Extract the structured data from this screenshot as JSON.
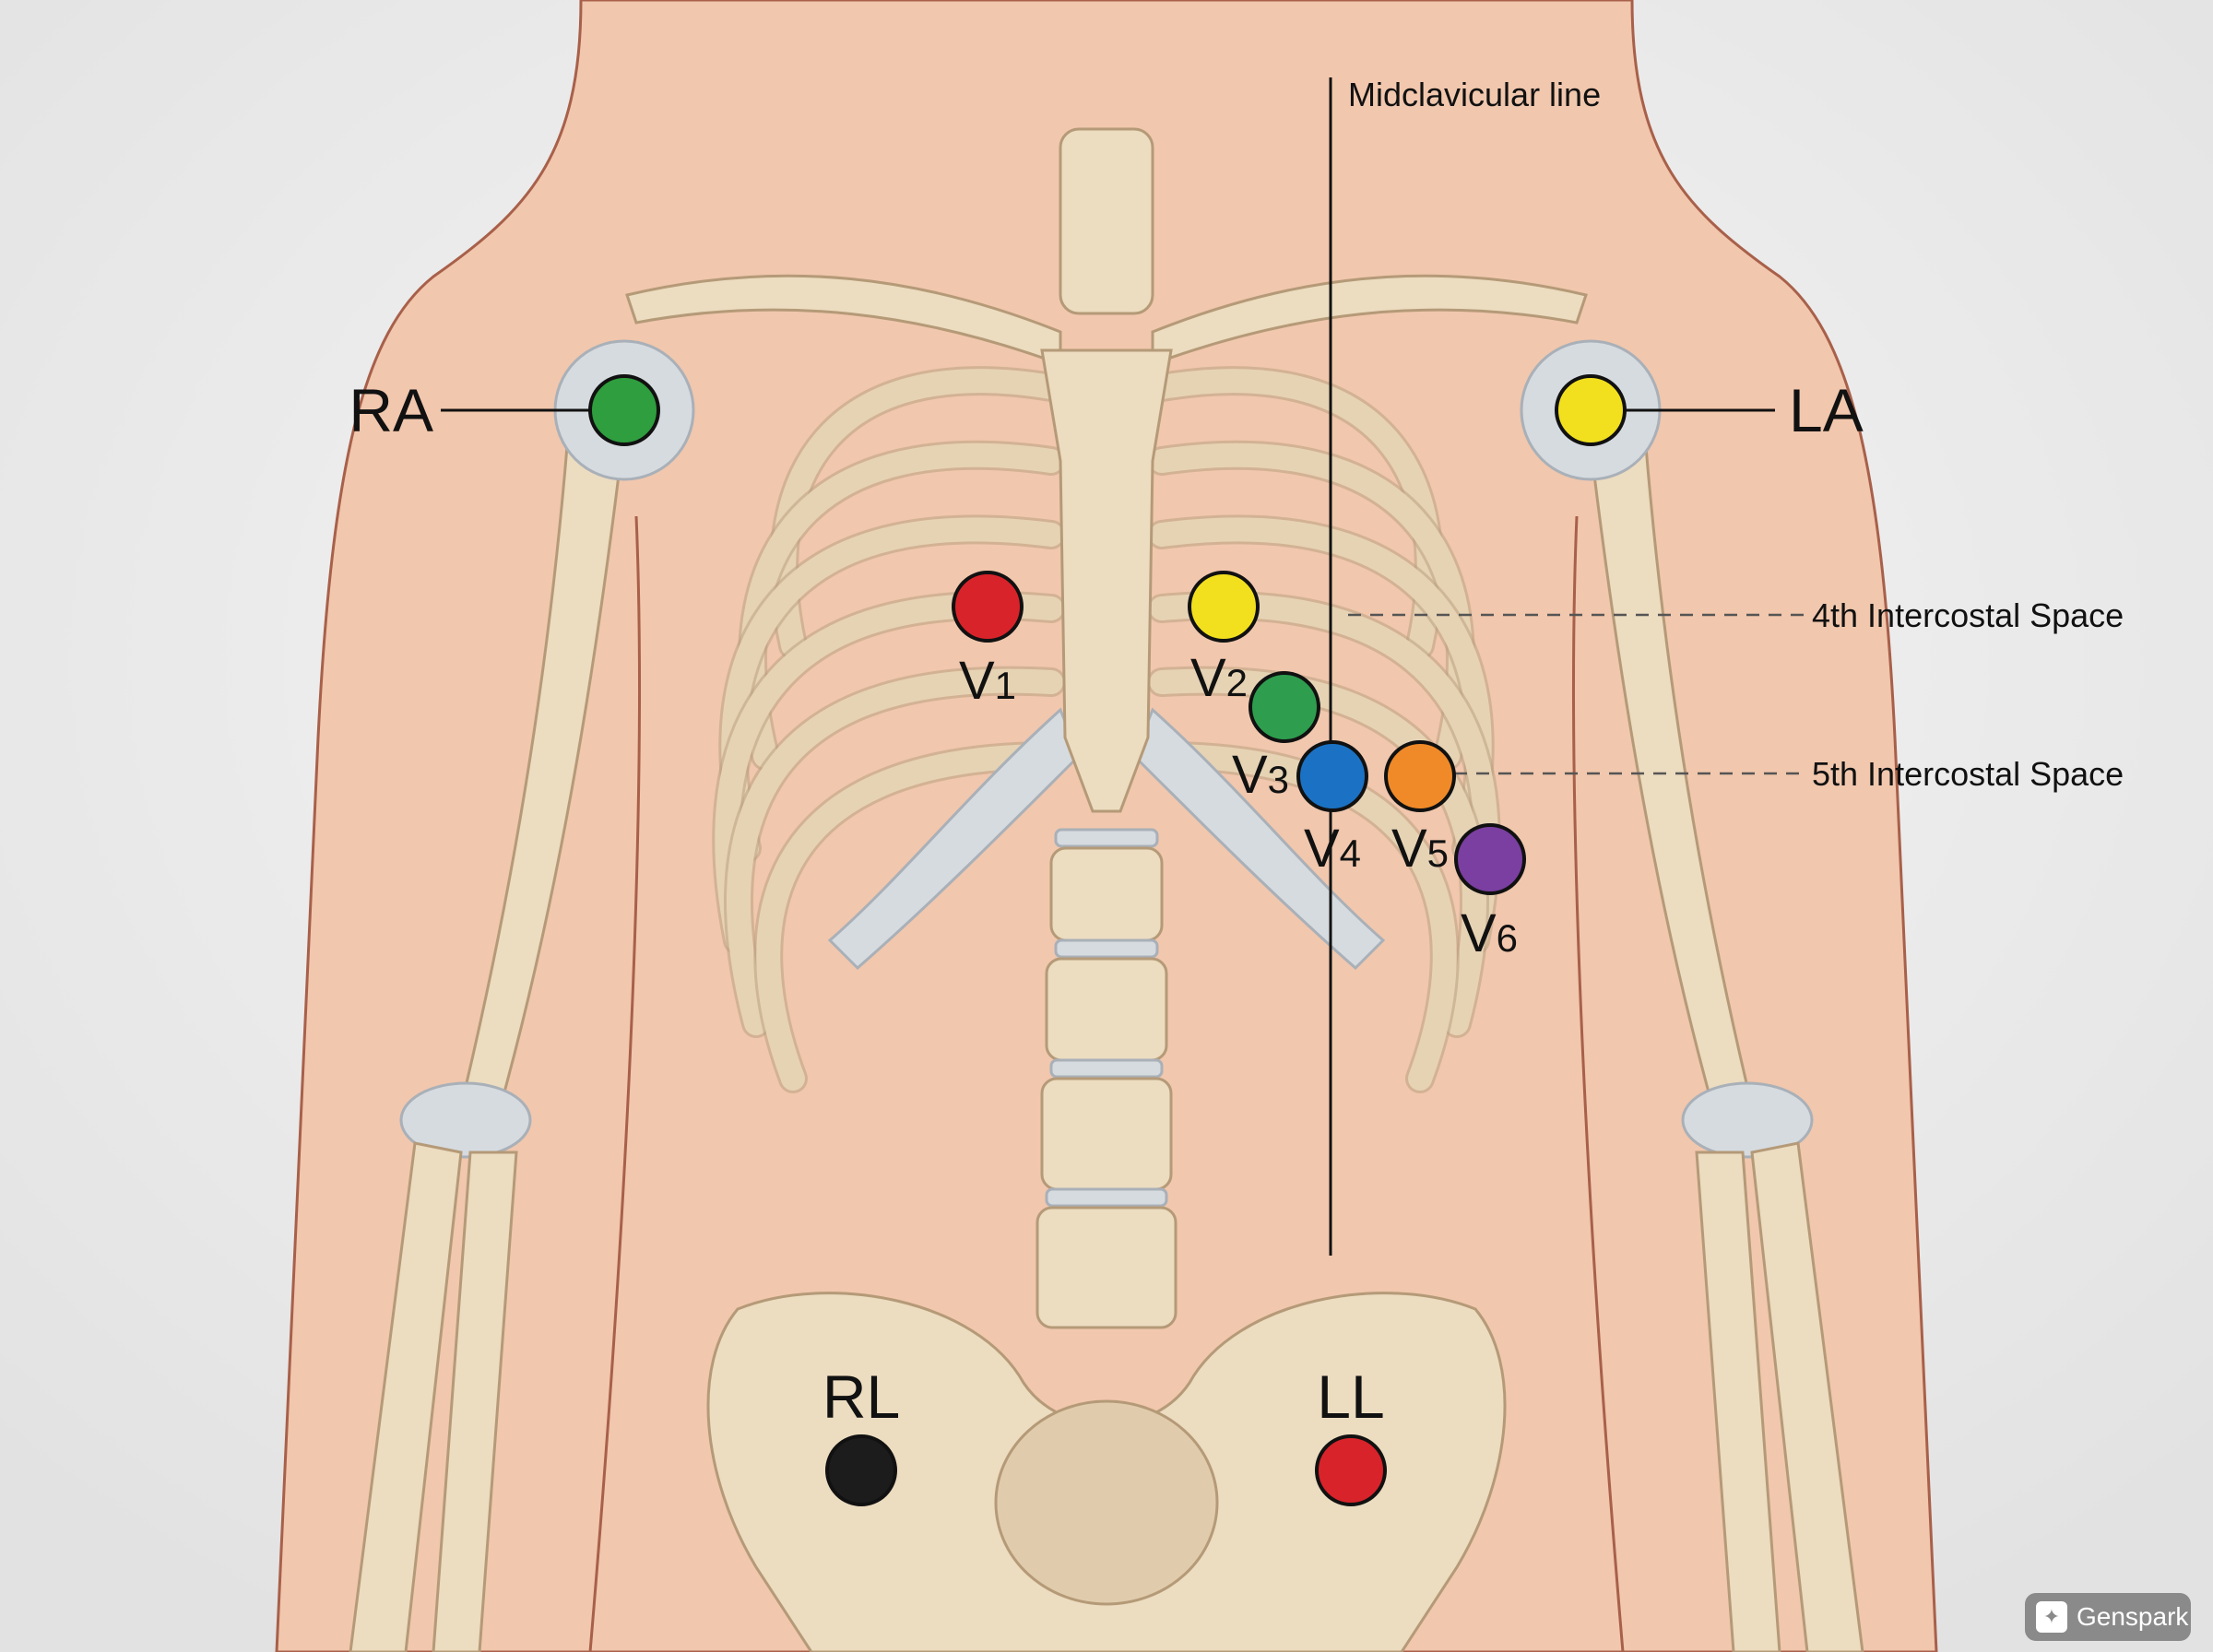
{
  "diagram": {
    "annotations": {
      "midclavicular": "Midclavicular line",
      "ics4": "4th Intercostal Space",
      "ics5": "5th Intercostal Space"
    },
    "limb_leads": [
      {
        "label": "RA",
        "color": "#2e9e3e"
      },
      {
        "label": "LA",
        "color": "#f2e01e"
      },
      {
        "label": "RL",
        "color": "#1c1c1c"
      },
      {
        "label": "LL",
        "color": "#d9232a"
      }
    ],
    "chest_leads": [
      {
        "letter": "V",
        "sub": "1",
        "color": "#d9232a"
      },
      {
        "letter": "V",
        "sub": "2",
        "color": "#f2e01e"
      },
      {
        "letter": "V",
        "sub": "3",
        "color": "#2e9e4e"
      },
      {
        "letter": "V",
        "sub": "4",
        "color": "#1b72c4"
      },
      {
        "letter": "V",
        "sub": "5",
        "color": "#f08a28"
      },
      {
        "letter": "V",
        "sub": "6",
        "color": "#7a3fa0"
      }
    ]
  },
  "watermark": {
    "text": "Genspark"
  }
}
